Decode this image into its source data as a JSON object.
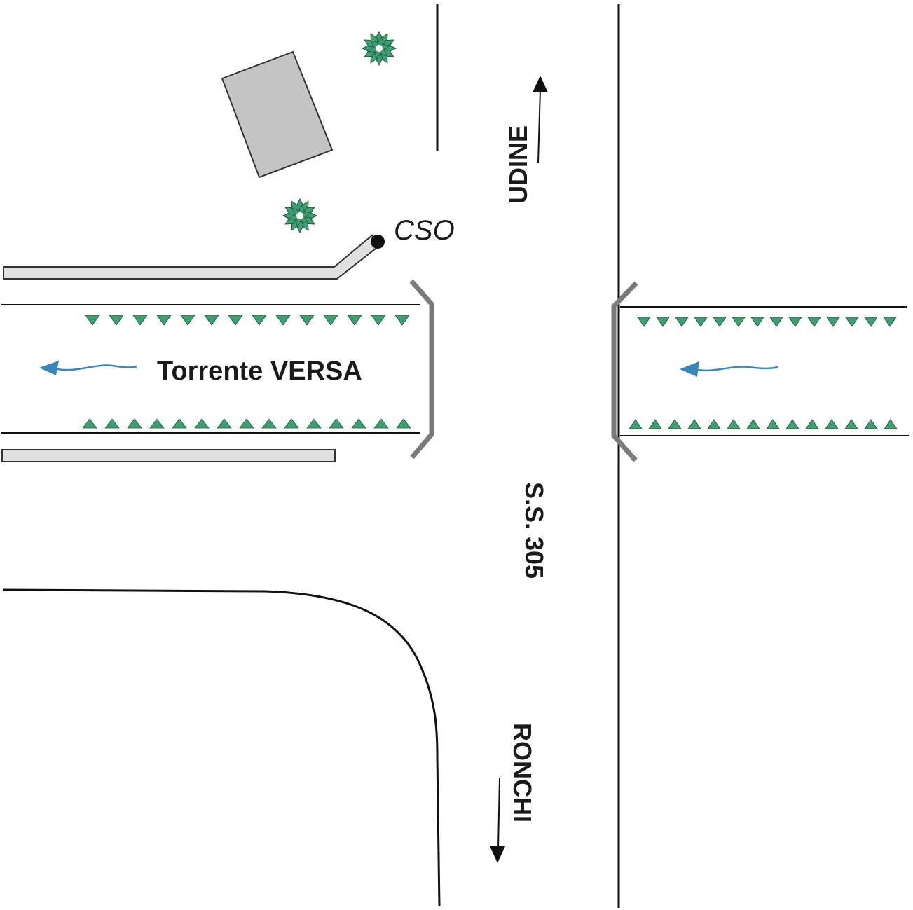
{
  "labels": {
    "udine": "UDINE",
    "ronchi": "RONCHI",
    "road": "S.S. 305",
    "river": "Torrente VERSA",
    "cso": "CSO"
  },
  "colors": {
    "line": "#111111",
    "bridge": "#7a7a7a",
    "building_fill": "#c4c4c4",
    "pipe_fill": "#e0e0e0",
    "vegetation": "#3f9f73",
    "flow_arrow": "#3a86b8"
  },
  "icons": {
    "tree": "tree-icon",
    "building": "building-icon",
    "outfall": "outfall-icon",
    "flow": "flow-arrow-icon",
    "direction": "direction-arrow-icon"
  }
}
